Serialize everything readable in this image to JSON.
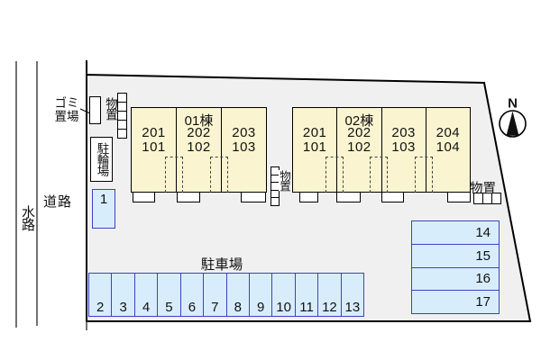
{
  "plan": {
    "north_label": "N",
    "waterway_label": "水路",
    "road_label": "道路",
    "garbage_line1": "ゴミ",
    "garbage_line2": "置場",
    "storage_label": "物置",
    "bicycle_label": "駐輪場",
    "parking_lot_label": "駐車場",
    "buildings": [
      {
        "name": "01棟",
        "units": [
          {
            "upper": "201",
            "lower": "101"
          },
          {
            "upper": "202",
            "lower": "102"
          },
          {
            "upper": "203",
            "lower": "103"
          }
        ]
      },
      {
        "name": "02棟",
        "units": [
          {
            "upper": "201",
            "lower": "101"
          },
          {
            "upper": "202",
            "lower": "102"
          },
          {
            "upper": "203",
            "lower": "103"
          },
          {
            "upper": "204",
            "lower": "104"
          }
        ]
      }
    ],
    "parking_spaces": {
      "single": "1",
      "bottom_row": [
        "2",
        "3",
        "4",
        "5",
        "6",
        "7",
        "8",
        "9",
        "10",
        "11",
        "12",
        "13"
      ],
      "right_column": [
        "14",
        "15",
        "16",
        "17"
      ]
    },
    "colors": {
      "site_fill": "#f0f0f0",
      "building_fill": "#faf5d0",
      "parking_fill": "#d8edfb",
      "parking_border": "#4040c0",
      "line_color": "#000000"
    }
  }
}
